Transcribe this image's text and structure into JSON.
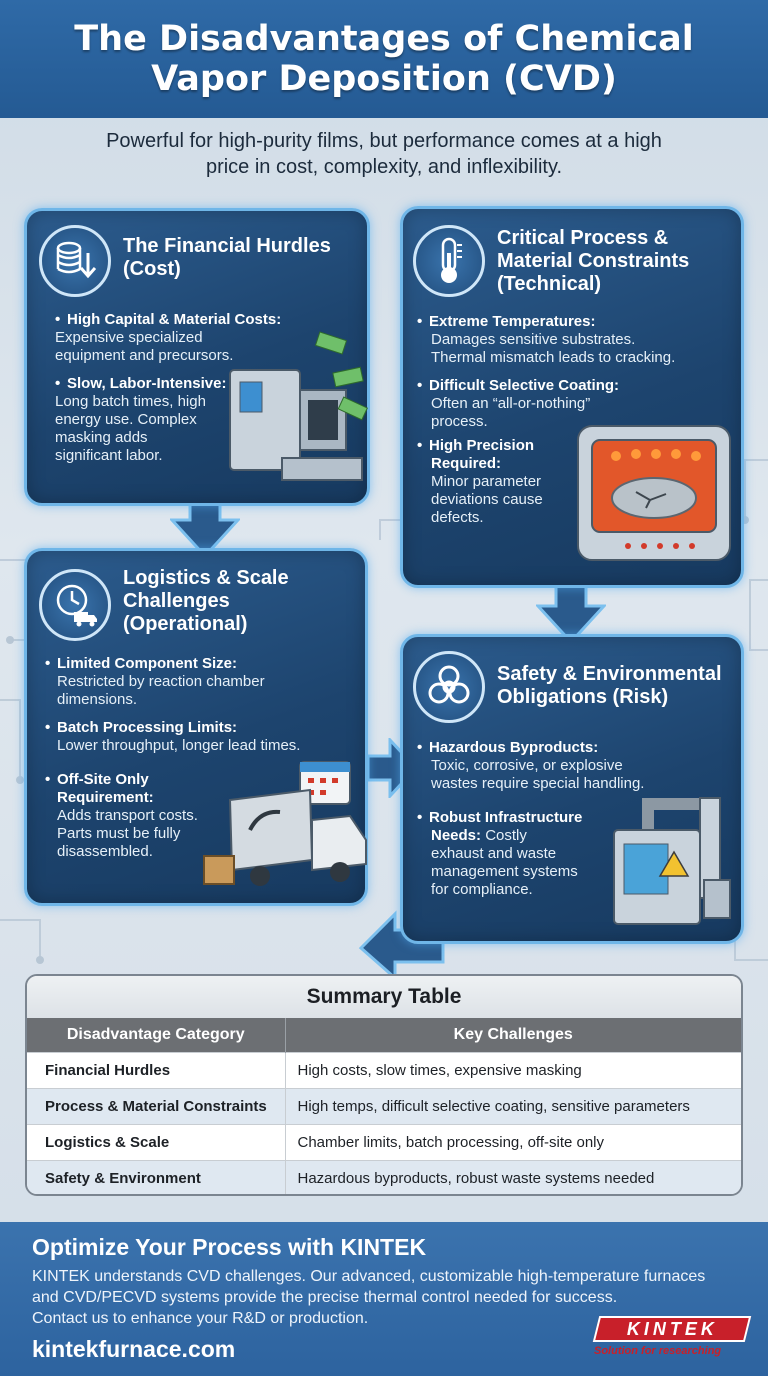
{
  "header": {
    "title_line1": "The Disadvantages of Chemical",
    "title_line2": "Vapor Deposition (CVD)",
    "subtitle_line1": "Powerful for high-purity films, but performance comes at a high",
    "subtitle_line2": "price in cost, complexity, and inflexibility."
  },
  "cards": {
    "financial": {
      "title_line1": "The Financial Hurdles",
      "title_line2": "(Cost)",
      "icon": "coins-down-icon",
      "items": [
        {
          "label": "High Capital & Material Costs:",
          "lines": [
            "Expensive specialized",
            "equipment and precursors."
          ]
        },
        {
          "label": "Slow, Labor-Intensive:",
          "lines": [
            "Long batch times, high",
            "energy use. Complex",
            "masking adds",
            "significant labor."
          ]
        }
      ]
    },
    "technical": {
      "title_line1": "Critical Process &",
      "title_line2": "Material Constraints",
      "title_line3": "(Technical)",
      "icon": "thermometer-icon",
      "items": [
        {
          "label": "Extreme Temperatures:",
          "lines": [
            "Damages sensitive substrates.",
            "Thermal mismatch leads to cracking."
          ]
        },
        {
          "label": "Difficult Selective Coating:",
          "lines": [
            "Often an “all-or-nothing”",
            "process."
          ]
        },
        {
          "label_lines": [
            "High Precision",
            "Required:"
          ],
          "lines": [
            "Minor parameter",
            "deviations cause",
            "defects."
          ]
        }
      ]
    },
    "logistics": {
      "title_line1": "Logistics & Scale",
      "title_line2": "Challenges",
      "title_line3": "(Operational)",
      "icon": "clock-truck-icon",
      "items": [
        {
          "label": "Limited Component Size:",
          "lines": [
            "Restricted by reaction chamber",
            "dimensions."
          ]
        },
        {
          "label": "Batch Processing Limits:",
          "lines": [
            "Lower throughput, longer lead times."
          ]
        },
        {
          "label_lines": [
            "Off-Site Only",
            "Requirement:"
          ],
          "lines": [
            "Adds transport costs.",
            "Parts must be fully",
            "disassembled."
          ]
        }
      ]
    },
    "safety": {
      "title_line1": "Safety & Environmental",
      "title_line2": "Obligations (Risk)",
      "icon": "biohazard-icon",
      "items": [
        {
          "label": "Hazardous Byproducts:",
          "lines": [
            "Toxic, corrosive, or explosive",
            "wastes require special handling."
          ]
        },
        {
          "label_lines": [
            "Robust Infrastructure"
          ],
          "label2": "Needs:",
          "lines_first": "Costly",
          "lines": [
            "exhaust and waste",
            "management systems",
            "for compliance."
          ]
        }
      ]
    }
  },
  "summary": {
    "title": "Summary Table",
    "columns": [
      "Disadvantage Category",
      "Key Challenges"
    ],
    "rows": [
      [
        "Financial Hurdles",
        "High costs, slow times, expensive masking"
      ],
      [
        "Process & Material Constraints",
        "High temps, difficult selective coating, sensitive parameters"
      ],
      [
        "Logistics & Scale",
        "Chamber limits, batch processing, off-site only"
      ],
      [
        "Safety & Environment",
        "Hazardous byproducts, robust waste systems needed"
      ]
    ]
  },
  "footer": {
    "title": "Optimize Your Process with KINTEK",
    "body_lines": [
      "KINTEK understands CVD challenges. Our advanced, customizable high-temperature furnaces",
      "and CVD/PECVD systems provide the precise thermal control needed for success.",
      "Contact us to enhance your R&D or production."
    ],
    "url": "kintekfurnace.com"
  },
  "logo": {
    "name": "KINTEK",
    "tagline": "Solution for researching"
  },
  "colors": {
    "header": "#2f6aa7",
    "card": "#1d446e",
    "card_border": "#6fb6e8",
    "logo_red": "#c8202a",
    "table_header": "#6c6f73"
  }
}
